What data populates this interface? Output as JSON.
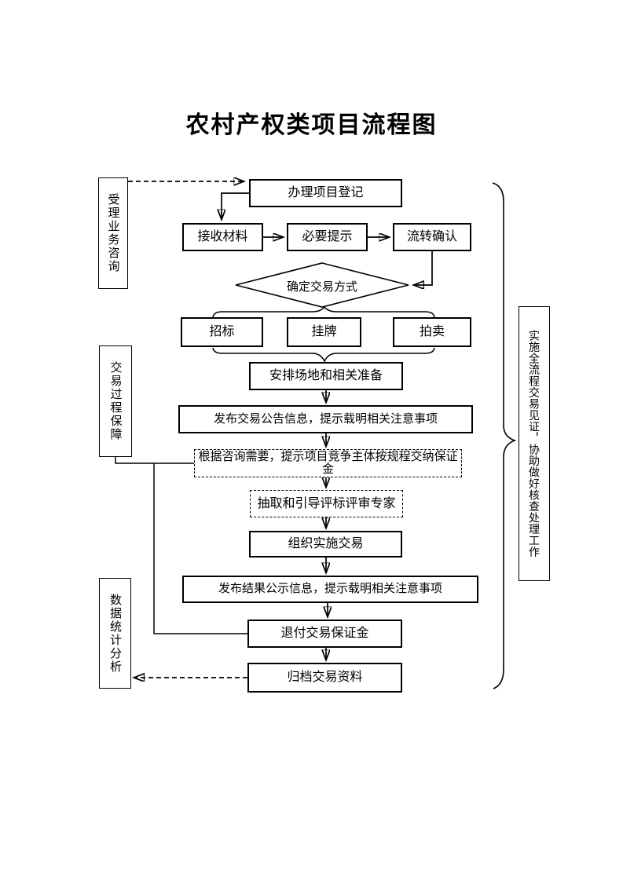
{
  "page": {
    "background": "#ffffff",
    "line_color": "#000000"
  },
  "title": "农村产权类项目流程图",
  "sidebars": {
    "accept": "受理业务咨询",
    "guarantee": "交易过程保障",
    "stats": "数据统计分析",
    "witness": "实施全流程交易见证，协助做好核查处理工作"
  },
  "flow": {
    "register": "办理项目登记",
    "receive": "接收材料",
    "notice": "必要提示",
    "confirm": "流转确认",
    "decide": "确定交易方式",
    "tender": "招标",
    "listing": "挂牌",
    "auction": "拍卖",
    "arrange": "安排场地和相关准备",
    "announce": "发布交易公告信息，提示载明相关注意事项",
    "deposit": "根据咨询需要，提示项目竞争主体按规程交纳保证金",
    "experts": "抽取和引导评标评审专家",
    "organize": "组织实施交易",
    "result": "发布结果公示信息，提示载明相关注意事项",
    "refund": "退付交易保证金",
    "archive": "归档交易资料"
  }
}
